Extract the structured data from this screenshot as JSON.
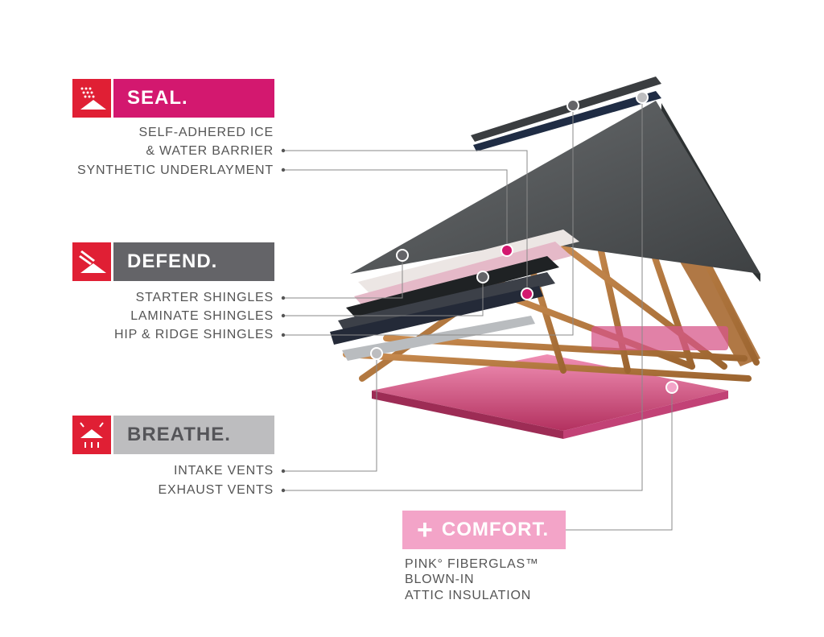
{
  "seal": {
    "label": "SEAL.",
    "items": [
      "SELF-ADHERED ICE",
      "& WATER BARRIER",
      "SYNTHETIC UNDERLAYMENT"
    ]
  },
  "defend": {
    "label": "DEFEND.",
    "items": [
      "STARTER SHINGLES",
      "LAMINATE SHINGLES",
      "HIP & RIDGE SHINGLES"
    ]
  },
  "breathe": {
    "label": "BREATHE.",
    "items": [
      "INTAKE VENTS",
      "EXHAUST VENTS"
    ]
  },
  "comfort": {
    "label": "COMFORT.",
    "lines": [
      "PINK° FIBERGLAS™",
      "BLOWN-IN",
      "ATTIC INSULATION"
    ]
  },
  "colors": {
    "seal": "#d3186f",
    "defend": "#646468",
    "breathe": "#bdbdbf",
    "comfort": "#f3a4c8",
    "icon_red": "#e01f34"
  }
}
